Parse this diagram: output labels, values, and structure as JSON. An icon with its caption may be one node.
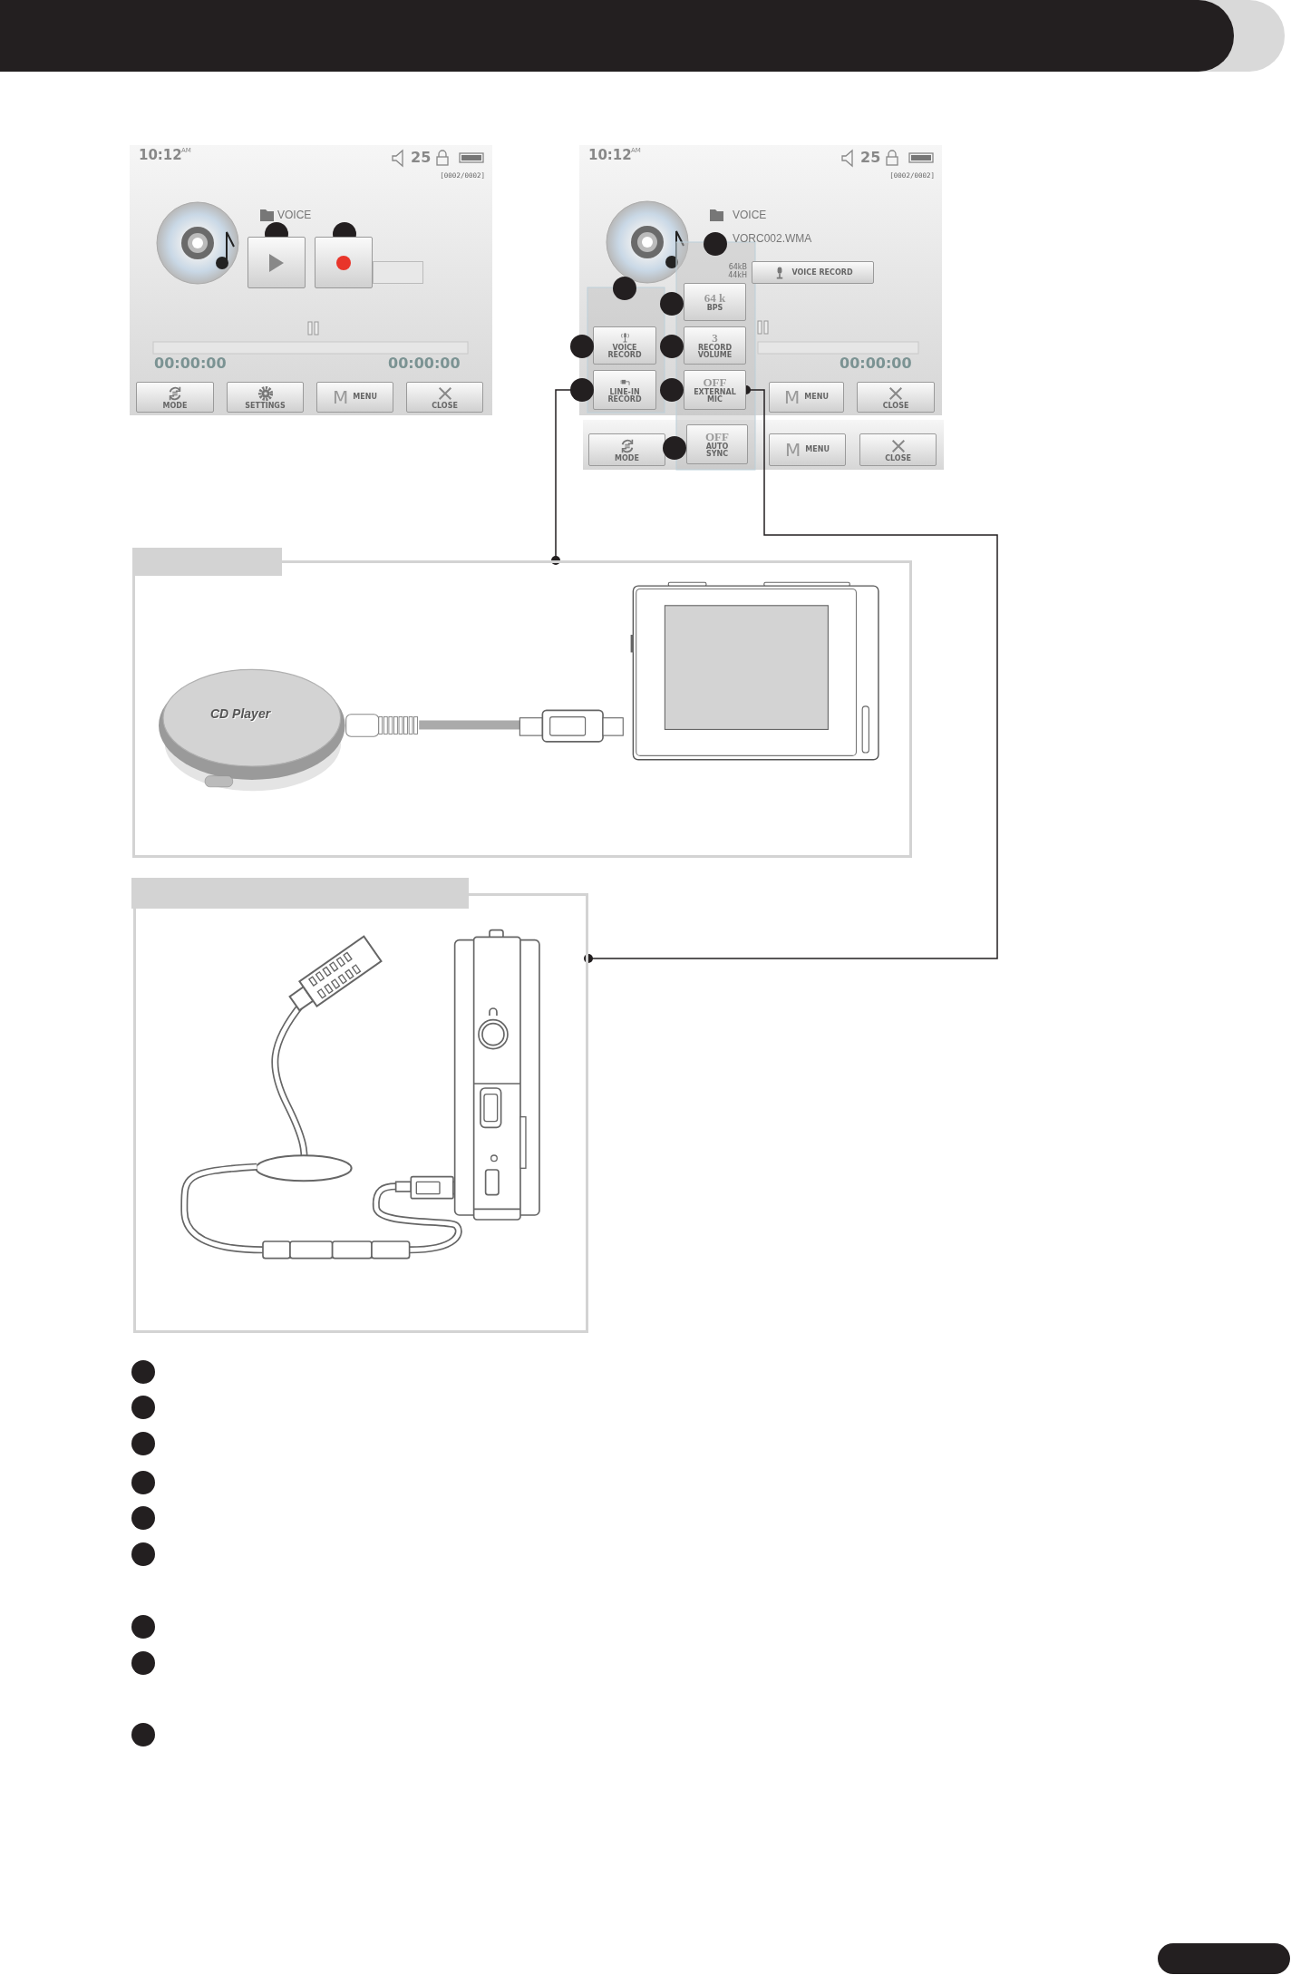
{
  "diagram": {
    "nodes": [
      {
        "text": [],
        "shape": "bar"
      },
      {
        "text": [
          "VOICE RECORD"
        ]
      },
      {
        "text": [
          "64 k",
          "BPS"
        ]
      },
      {
        "text": [
          "VOICE RECORD"
        ]
      },
      {
        "text": [
          "3",
          "RECORD VOLUME"
        ]
      },
      {
        "text": [
          "LINE-IN RECORD"
        ]
      },
      {
        "text": [
          "OFF",
          "EXTERNAL MIC"
        ]
      },
      {
        "text": [
          "OFF",
          "AUTO SYNC"
        ]
      },
      {
        "text": [],
        "shape": "box"
      },
      {
        "text": [],
        "shape": "box"
      }
    ],
    "edges": [
      {
        "from": 5,
        "to": 8,
        "arrow": "other"
      },
      {
        "from": 6,
        "to": 9,
        "arrow": "other"
      }
    ],
    "labels": [
      "10:12",
      "AM",
      "25",
      "[0002/0002]",
      "VOICE",
      "00:00:00",
      "00:00:00",
      "MODE",
      "SETTINGS",
      "M",
      "MENU",
      "CLOSE",
      "10:12",
      "AM",
      "25",
      "[0002/0002]",
      "VOICE",
      "VORC002.WMA",
      "64kB 44kH",
      "00:00:00",
      "M",
      "MENU",
      "CLOSE",
      "MODE",
      "M",
      "MENU",
      "CLOSE",
      "CD Player"
    ]
  }
}
